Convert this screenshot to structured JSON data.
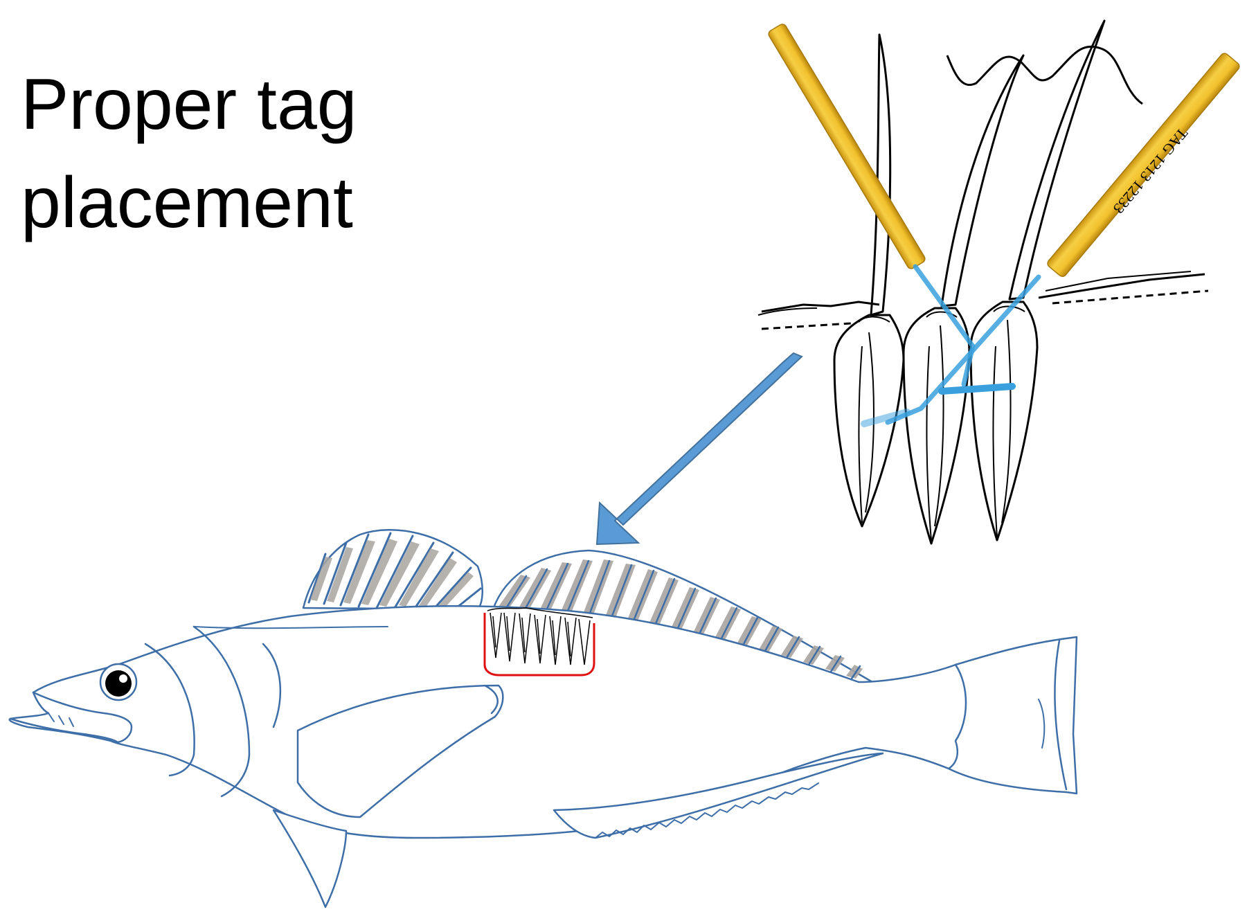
{
  "title": {
    "line1": "Proper tag",
    "line2": "placement"
  },
  "tag": {
    "label": "TAG 1213 12233"
  },
  "colors": {
    "fish_outline": "#3d6ea8",
    "fin_fill": "#a8a4a0",
    "highlight_box": "#e01010",
    "arrow": "#5b9bd5",
    "tag_body": "#f2c12e",
    "tag_filament": "#3aa0dd",
    "spine_ink": "#000000"
  }
}
